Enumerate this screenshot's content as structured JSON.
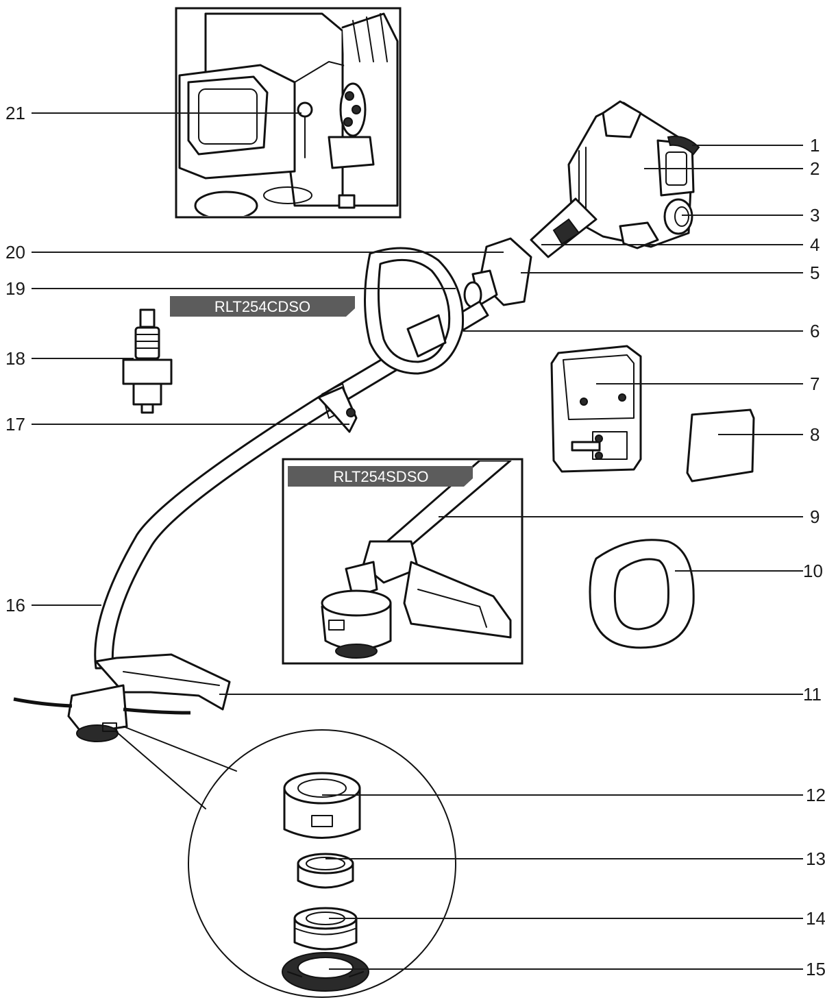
{
  "models": {
    "curved_shaft": "RLT254CDSO",
    "straight_shaft": "RLT254SDSO"
  },
  "callouts": [
    "1",
    "2",
    "3",
    "4",
    "5",
    "6",
    "7",
    "8",
    "9",
    "10",
    "11",
    "12",
    "13",
    "14",
    "15",
    "16",
    "17",
    "18",
    "19",
    "20",
    "21"
  ],
  "colors": {
    "ink": "#111111",
    "tag_background": "#5c5c5c",
    "tag_text": "#ffffff"
  }
}
